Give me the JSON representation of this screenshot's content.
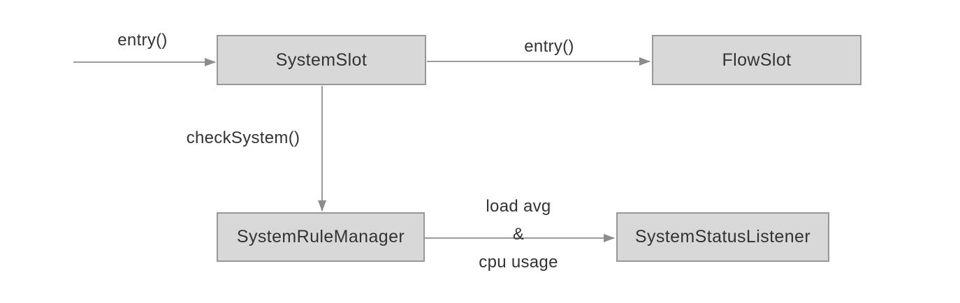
{
  "diagram": {
    "nodes": [
      {
        "id": "system-slot",
        "label": "SystemSlot"
      },
      {
        "id": "flow-slot",
        "label": "FlowSlot"
      },
      {
        "id": "system-rule-manager",
        "label": "SystemRuleManager"
      },
      {
        "id": "system-status-listener",
        "label": "SystemStatusListener"
      }
    ],
    "edges": [
      {
        "from": "external",
        "to": "system-slot",
        "label": "entry()"
      },
      {
        "from": "system-slot",
        "to": "flow-slot",
        "label": "entry()"
      },
      {
        "from": "system-slot",
        "to": "system-rule-manager",
        "label": "checkSystem()"
      },
      {
        "from": "system-rule-manager",
        "to": "system-status-listener",
        "label_lines": [
          "load avg",
          "&",
          "cpu usage"
        ]
      }
    ]
  },
  "colors": {
    "node_fill": "#d8d8d8",
    "node_border": "#979797",
    "edge_line": "#9b9b9b",
    "arrowhead": "#8c8c8c",
    "text": "#333333",
    "background": "#ffffff"
  }
}
